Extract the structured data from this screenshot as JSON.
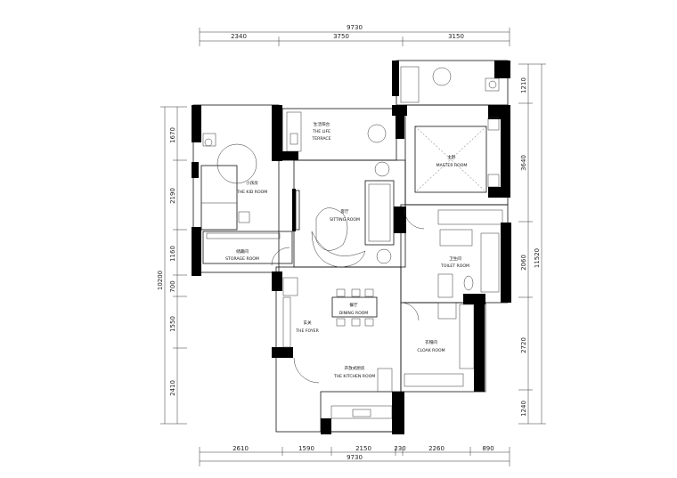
{
  "dimensions": {
    "top_total": "9730",
    "top_segments": [
      "2340",
      "3750",
      "3150"
    ],
    "bottom_total": "9730",
    "bottom_segments": [
      "2610",
      "1590",
      "2150",
      "230",
      "2260",
      "890"
    ],
    "left_total": "10200",
    "left_segments": [
      "1670",
      "2190",
      "1160",
      "700",
      "1550",
      "2410"
    ],
    "right_total": "11520",
    "right_segments": [
      "1210",
      "3640",
      "2060",
      "2720",
      "1240"
    ]
  },
  "rooms": {
    "life_terrace": {
      "cn": "生活阳台",
      "en1": "THE LIFE",
      "en2": "TERRACE"
    },
    "master_room": {
      "cn": "主卧",
      "en": "MASTER ROOM"
    },
    "kid_room": {
      "cn": "小孩房",
      "en": "THE KID ROOM"
    },
    "sitting_room": {
      "cn": "客厅",
      "en": "SITTING ROOM"
    },
    "storage_room": {
      "cn": "储藏间",
      "en": "STORAGE ROOM"
    },
    "toilet_room": {
      "cn": "卫生间",
      "en": "TOILET ROOM"
    },
    "dining_room": {
      "cn": "餐厅",
      "en": "DINING ROOM"
    },
    "foyer": {
      "cn": "玄关",
      "en": "THE FOYER"
    },
    "cloak_room": {
      "cn": "衣帽间",
      "en": "CLOAK ROOM"
    },
    "kitchen_room": {
      "cn": "开放式厨房",
      "en": "THE KITCHEN ROOM"
    }
  }
}
